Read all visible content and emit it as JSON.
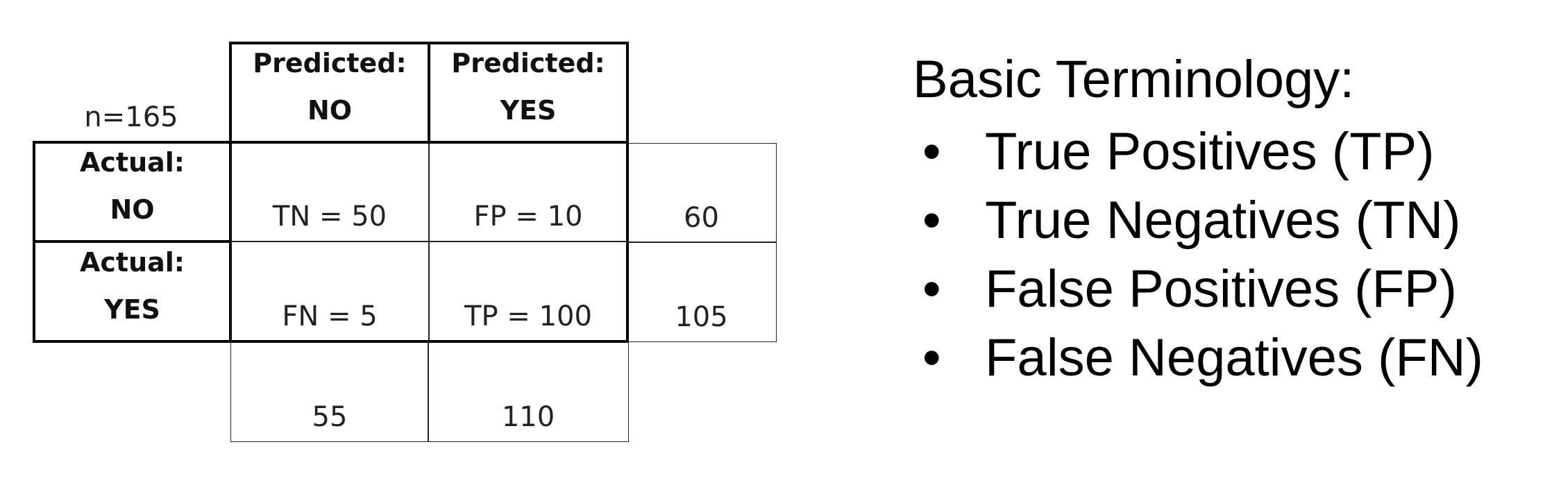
{
  "matrix": {
    "n_label": "n=165",
    "col_headers": [
      {
        "line1": "Predicted:",
        "line2": "NO"
      },
      {
        "line1": "Predicted:",
        "line2": "YES"
      }
    ],
    "row_headers": [
      {
        "line1": "Actual:",
        "line2": "NO"
      },
      {
        "line1": "Actual:",
        "line2": "YES"
      }
    ],
    "cells": [
      [
        "TN = 50",
        "FP = 10"
      ],
      [
        "FN = 5",
        "TP = 100"
      ]
    ],
    "row_totals": [
      "60",
      "105"
    ],
    "col_totals": [
      "55",
      "110"
    ]
  },
  "terminology": {
    "title": "Basic Terminology:",
    "bullet": "•",
    "items": [
      "True Positives (TP)",
      "True Negatives (TN)",
      "False Positives (FP)",
      "False Negatives (FN)"
    ]
  }
}
